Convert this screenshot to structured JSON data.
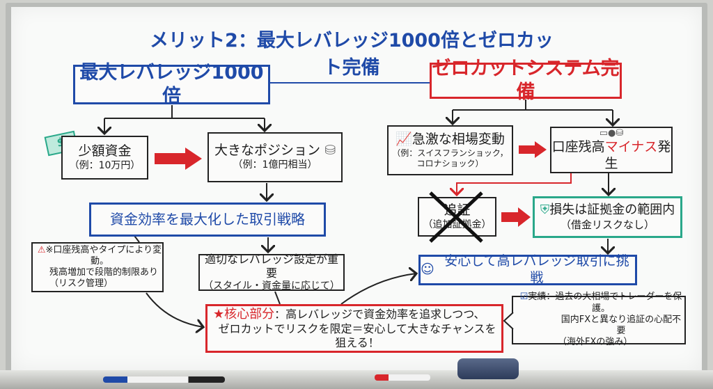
{
  "title": "メリット2：最大レバレッジ1000倍とゼロカット完備",
  "left": {
    "header": "最大レバレッジ1000倍",
    "small_funds": {
      "title": "少額資金",
      "example": "（例：10万円）",
      "icon": "money-bill-icon"
    },
    "big_position": {
      "title": "大きなポジション",
      "example": "（例：1億円相当）",
      "icon": "coins-icon"
    },
    "strategy": "資金効率を最大化した取引戦略",
    "note": {
      "icon": "warning-icon",
      "lines": [
        "※口座残高やタイプにより変動。",
        "残高増加で段階的制限あり",
        "（リスク管理）"
      ]
    },
    "setting": {
      "title": "適切なレバレッジ設定が重要",
      "sub": "（スタイル・資金量に応じて）"
    }
  },
  "right": {
    "header": "ゼロカットシステム完備",
    "volatility": {
      "title": "急激な相場変動",
      "sub1": "（例：スイスフランショック，",
      "sub2": "コロナショック）",
      "icon": "chart-trend-icon"
    },
    "negative": {
      "prefix": "口座残高",
      "highlight": "マイナス",
      "suffix": "発生",
      "icon": "account-balance-icon"
    },
    "margin_call": {
      "title": "追証",
      "sub": "（追加証拠金）"
    },
    "loss_limit": {
      "title": "損失は証拠金の範囲内",
      "sub": "（借金リスクなし）",
      "icon": "shield-icon"
    },
    "peace": {
      "title": "安心して高レバレッジ取引に挑戦",
      "icon": "smiley-icon"
    },
    "record": {
      "label": "実績：",
      "lines": [
        "過去の大相場でトレーダーを保護。",
        "国内FXと異なり追証の心配不要",
        "（海外FXの強み）"
      ]
    }
  },
  "core": {
    "label": "核心部分",
    "sep": "：",
    "line1": "高レバレッジで資金効率を追求しつつ、",
    "line2": "ゼロカットでリスクを限定＝安心して大きなチャンスを狙える！"
  },
  "colors": {
    "blue": "#1f4aa8",
    "red": "#d8262b",
    "green": "#2aa88a",
    "ink": "#1d1d1d"
  }
}
